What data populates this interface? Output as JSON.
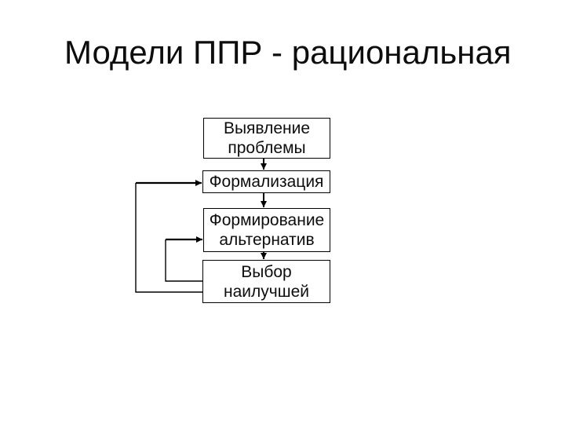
{
  "slide": {
    "title": "Модели ППР - рациональная"
  },
  "colors": {
    "background": "#ffffff",
    "text": "#0d0d0d",
    "line": "#000000"
  },
  "diagram": {
    "type": "flowchart",
    "nodes": [
      {
        "id": "identify-problem",
        "label": "Выявление\nпроблемы"
      },
      {
        "id": "formalization",
        "label": "Формализация"
      },
      {
        "id": "form-alternatives",
        "label": "Формирование\nальтернатив"
      },
      {
        "id": "choose-best",
        "label": "Выбор\nнаилучшей"
      }
    ],
    "edges": [
      {
        "from": "identify-problem",
        "to": "formalization",
        "kind": "forward"
      },
      {
        "from": "formalization",
        "to": "form-alternatives",
        "kind": "forward"
      },
      {
        "from": "form-alternatives",
        "to": "choose-best",
        "kind": "forward"
      },
      {
        "from": "choose-best",
        "to": "formalization",
        "kind": "feedback"
      },
      {
        "from": "choose-best",
        "to": "form-alternatives",
        "kind": "feedback"
      }
    ]
  }
}
